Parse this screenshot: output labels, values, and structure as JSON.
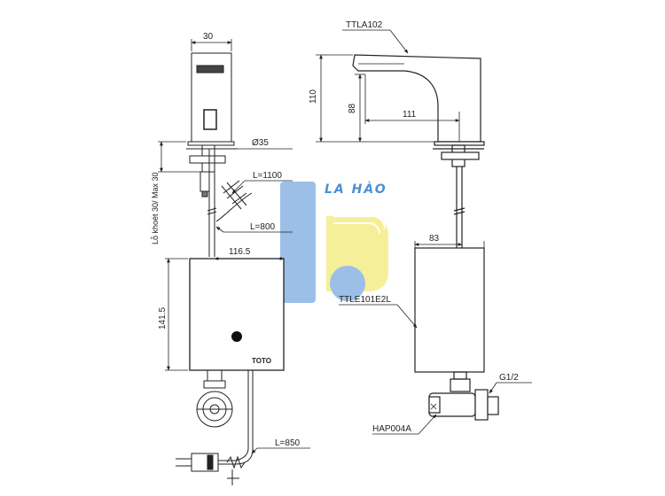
{
  "brand": {
    "name": "LA HÀO",
    "colors": {
      "blue": "#9bbfe6",
      "yellow": "#f6ef9a",
      "text_blue": "#4a8fd6"
    }
  },
  "front_view": {
    "dim_width_top": "30",
    "dim_diameter": "Ø35",
    "dim_hole": "Lỗ khoét 30/ Max 30",
    "dim_cable_1": "L=1100",
    "dim_cable_2": "L=800",
    "dim_offset": "116.5",
    "dim_box_height": "141.5",
    "dim_plug_cable": "L=850",
    "box_logo": "TOTO"
  },
  "side_view": {
    "faucet_model": "TTLA102",
    "dim_total_height": "110",
    "dim_spout_height": "88",
    "dim_spout_reach": "111",
    "dim_box_width": "83",
    "box_model": "TTLE101E2L",
    "thread": "G1/2",
    "valve_model": "HAP004A"
  }
}
